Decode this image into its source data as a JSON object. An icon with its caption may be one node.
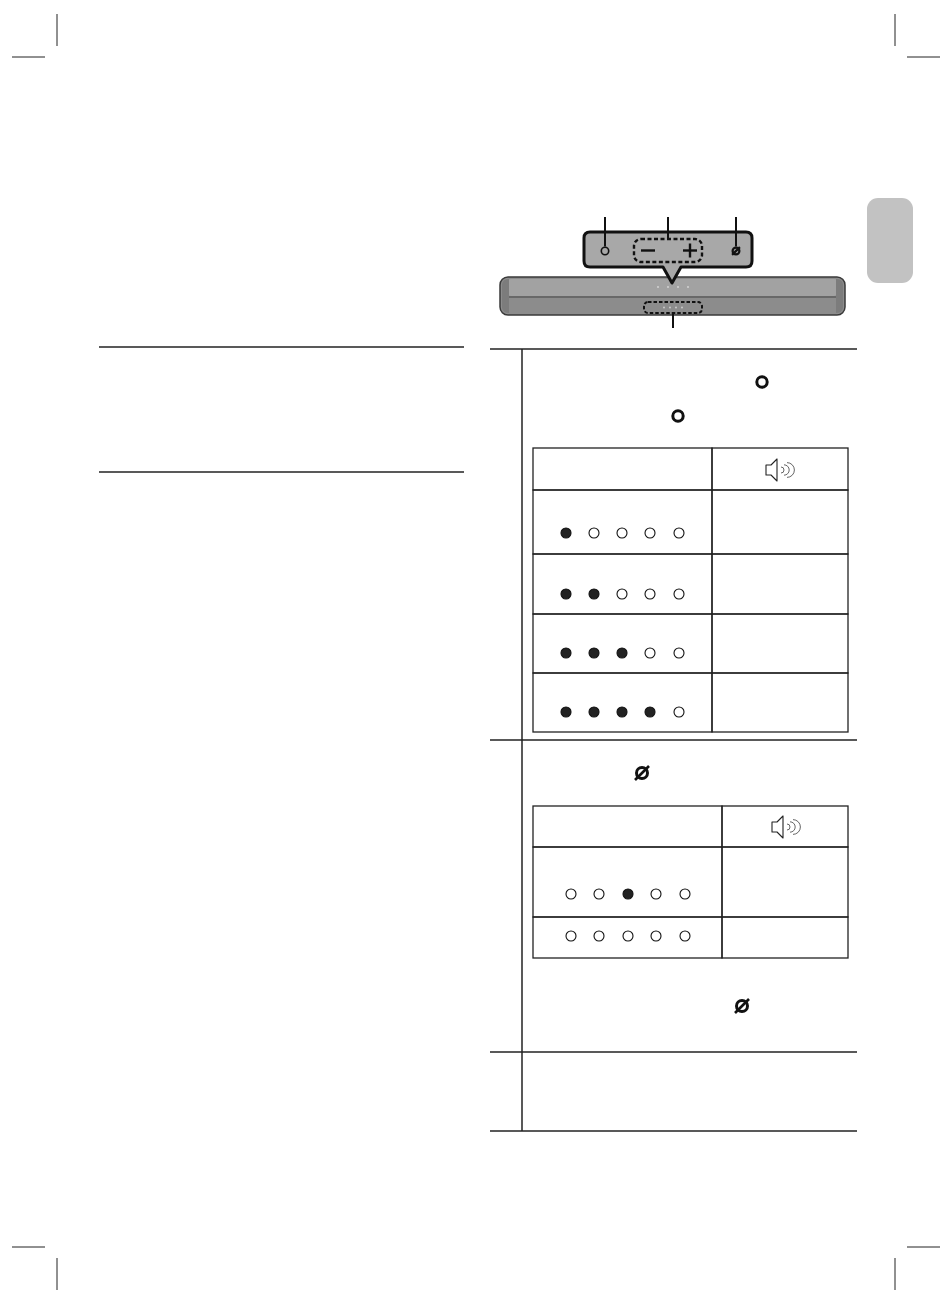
{
  "diagram": {
    "nodes": [
      {
        "text": [],
        "shape": "box"
      },
      {
        "text": [],
        "shape": "circle"
      },
      {
        "text": [],
        "shape": "box"
      },
      {
        "text": [],
        "shape": "circle"
      },
      {
        "text": [],
        "shape": "box"
      }
    ],
    "edges": [
      {
        "from": null,
        "to": 1,
        "arrow": "none"
      },
      {
        "from": null,
        "to": 2,
        "arrow": "none"
      },
      {
        "from": null,
        "to": 3,
        "arrow": "none"
      },
      {
        "from": null,
        "to": 4,
        "arrow": "none"
      }
    ]
  }
}
